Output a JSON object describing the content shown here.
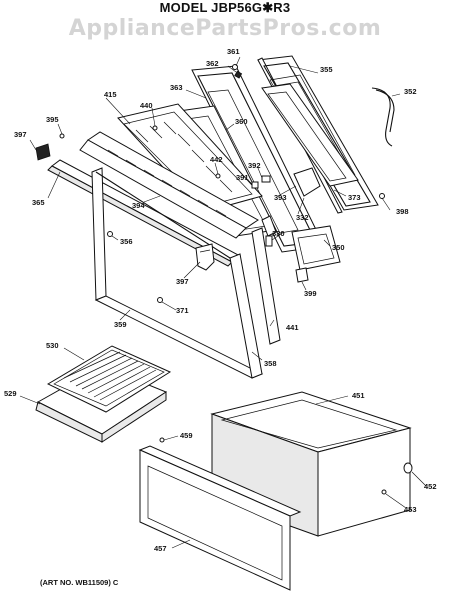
{
  "header": {
    "model_title": "MODEL JBP56G✱R3",
    "watermark": "AppliancePartsPros.com"
  },
  "footer": {
    "art_number": "(ART NO. WB11509) C"
  },
  "diagram": {
    "parts": [
      {
        "id": "361",
        "label": "361"
      },
      {
        "id": "362",
        "label": "362"
      },
      {
        "id": "355",
        "label": "355"
      },
      {
        "id": "352",
        "label": "352"
      },
      {
        "id": "363",
        "label": "363"
      },
      {
        "id": "415",
        "label": "415"
      },
      {
        "id": "440",
        "label": "440"
      },
      {
        "id": "395",
        "label": "395"
      },
      {
        "id": "397a",
        "label": "397"
      },
      {
        "id": "360",
        "label": "360"
      },
      {
        "id": "442",
        "label": "442"
      },
      {
        "id": "392",
        "label": "392"
      },
      {
        "id": "391",
        "label": "391"
      },
      {
        "id": "393",
        "label": "393"
      },
      {
        "id": "373",
        "label": "373"
      },
      {
        "id": "398",
        "label": "398"
      },
      {
        "id": "365",
        "label": "365"
      },
      {
        "id": "394",
        "label": "394"
      },
      {
        "id": "332",
        "label": "332"
      },
      {
        "id": "330",
        "label": "330"
      },
      {
        "id": "350",
        "label": "350"
      },
      {
        "id": "356",
        "label": "356"
      },
      {
        "id": "397b",
        "label": "397"
      },
      {
        "id": "399",
        "label": "399"
      },
      {
        "id": "371",
        "label": "371"
      },
      {
        "id": "359",
        "label": "359"
      },
      {
        "id": "441",
        "label": "441"
      },
      {
        "id": "358",
        "label": "358"
      },
      {
        "id": "530",
        "label": "530"
      },
      {
        "id": "529",
        "label": "529"
      },
      {
        "id": "451",
        "label": "451"
      },
      {
        "id": "459",
        "label": "459"
      },
      {
        "id": "452",
        "label": "452"
      },
      {
        "id": "453",
        "label": "453"
      },
      {
        "id": "457",
        "label": "457"
      }
    ]
  }
}
